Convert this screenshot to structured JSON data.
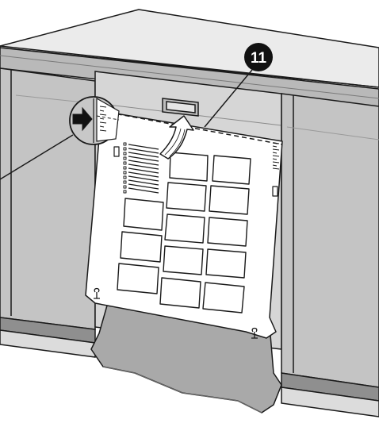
{
  "callout": {
    "number": "11"
  },
  "colors": {
    "cabinet_grey": "#c8c8c8",
    "countertop_light": "#e6e6e6",
    "dark_band": "#8f8f8f",
    "outline": "#1a1a1a",
    "template_paper": "#ffffff",
    "callout_fill": "#111111"
  },
  "template": {
    "grid_rows": 5,
    "grid_columns": 3,
    "upper_cells_per_row": 2
  },
  "icons": [
    "arrow-up-icon",
    "magnifier-circle-icon",
    "push-arrow-icon",
    "mounting-screw-icon"
  ]
}
